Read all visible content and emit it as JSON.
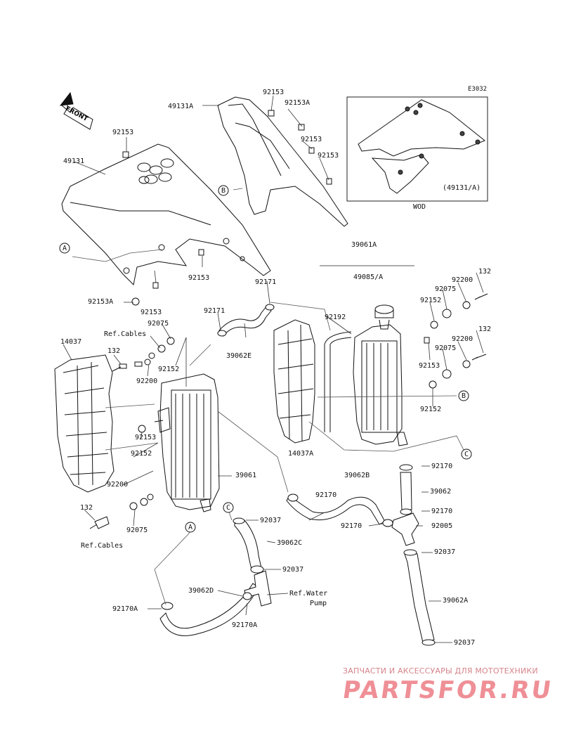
{
  "diagram_code": "E3032",
  "front_label": "FRONT",
  "inset_caption": "(49131/A)",
  "inset_variant": "WOD",
  "watermark": {
    "line1": "ЗАПЧАСТИ И АКСЕССУАРЫ ДЛЯ МОТОТЕХНИКИ",
    "line2": "PARTSFOR.RU",
    "color": "#ef8f96"
  },
  "refs": {
    "A": "A",
    "B": "B",
    "C": "C"
  },
  "labels": [
    {
      "id": "49131a-top",
      "text": "49131A"
    },
    {
      "id": "92153-top",
      "text": "92153"
    },
    {
      "id": "92153a-top",
      "text": "92153A"
    },
    {
      "id": "92153-b",
      "text": "92153"
    },
    {
      "id": "92153-c",
      "text": "92153"
    },
    {
      "id": "92153-left",
      "text": "92153"
    },
    {
      "id": "49131",
      "text": "49131"
    },
    {
      "id": "92153-mid",
      "text": "92153"
    },
    {
      "id": "92153a-left",
      "text": "92153A"
    },
    {
      "id": "92153-d",
      "text": "92153"
    },
    {
      "id": "39061a",
      "text": "39061A"
    },
    {
      "id": "49085a",
      "text": "49085/A"
    },
    {
      "id": "92171-a",
      "text": "92171"
    },
    {
      "id": "92171-b",
      "text": "92171"
    },
    {
      "id": "92192",
      "text": "92192"
    },
    {
      "id": "39062e",
      "text": "39062E"
    },
    {
      "id": "92075-a",
      "text": "92075"
    },
    {
      "id": "refcables-top",
      "text": "Ref.Cables"
    },
    {
      "id": "14037",
      "text": "14037"
    },
    {
      "id": "132-a",
      "text": "132"
    },
    {
      "id": "92152-a",
      "text": "92152"
    },
    {
      "id": "92200-a",
      "text": "92200"
    },
    {
      "id": "132-r1",
      "text": "132"
    },
    {
      "id": "92200-r1",
      "text": "92200"
    },
    {
      "id": "92075-r1",
      "text": "92075"
    },
    {
      "id": "92152-r1",
      "text": "92152"
    },
    {
      "id": "132-r2",
      "text": "132"
    },
    {
      "id": "92200-r2",
      "text": "92200"
    },
    {
      "id": "92075-r2",
      "text": "92075"
    },
    {
      "id": "92153-r",
      "text": "92153"
    },
    {
      "id": "92152-r2",
      "text": "92152"
    },
    {
      "id": "14037a",
      "text": "14037A"
    },
    {
      "id": "92153-lr",
      "text": "92153"
    },
    {
      "id": "92152-lr",
      "text": "92152"
    },
    {
      "id": "92200-lr",
      "text": "92200"
    },
    {
      "id": "39061",
      "text": "39061"
    },
    {
      "id": "39062b",
      "text": "39062B"
    },
    {
      "id": "92170-a",
      "text": "92170"
    },
    {
      "id": "39062",
      "text": "39062"
    },
    {
      "id": "92170-b",
      "text": "92170"
    },
    {
      "id": "92170-c",
      "text": "92170"
    },
    {
      "id": "92170-d",
      "text": "92170"
    },
    {
      "id": "92005",
      "text": "92005"
    },
    {
      "id": "132-b",
      "text": "132"
    },
    {
      "id": "92075-b",
      "text": "92075"
    },
    {
      "id": "refcables-bot",
      "text": "Ref.Cables"
    },
    {
      "id": "92037-a",
      "text": "92037"
    },
    {
      "id": "39062c",
      "text": "39062C"
    },
    {
      "id": "92037-b",
      "text": "92037"
    },
    {
      "id": "92037-c",
      "text": "92037"
    },
    {
      "id": "39062d",
      "text": "39062D"
    },
    {
      "id": "refwater1",
      "text": "Ref.Water"
    },
    {
      "id": "refwater2",
      "text": "Pump"
    },
    {
      "id": "92170a-l",
      "text": "92170A"
    },
    {
      "id": "92170a-b",
      "text": "92170A"
    },
    {
      "id": "39062a",
      "text": "39062A"
    },
    {
      "id": "92037-d",
      "text": "92037"
    }
  ]
}
